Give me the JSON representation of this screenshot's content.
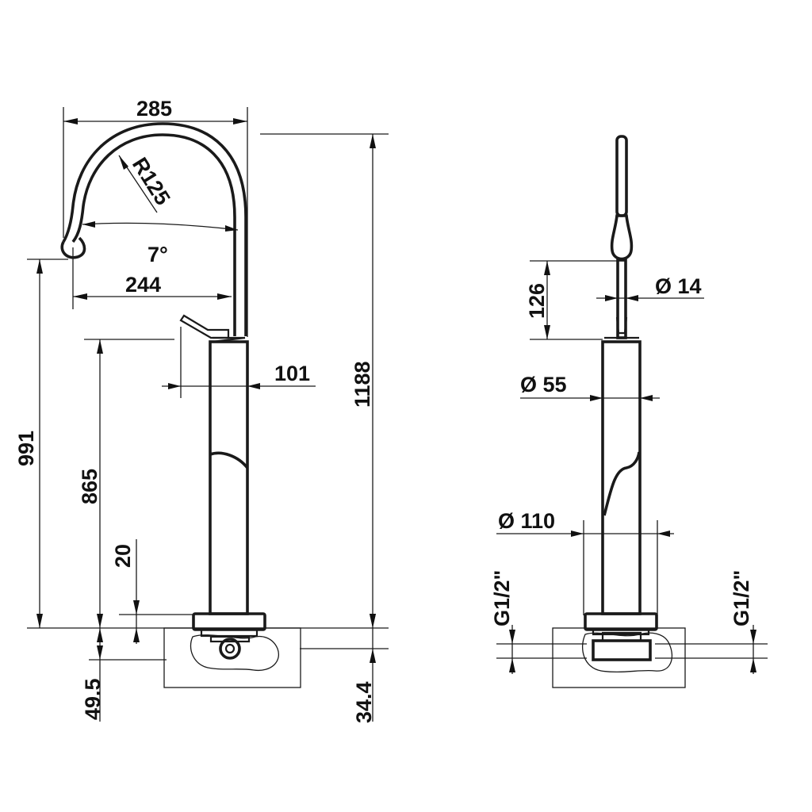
{
  "side_view": {
    "spout_width": "285",
    "spout_radius": "R125",
    "spout_angle": "7°",
    "spout_reach": "244",
    "lever_offset": "101",
    "outlet_height": "991",
    "body_height": "865",
    "base_height": "20",
    "overall_height": "1188",
    "pipe_depth": "49.5",
    "flange_depth": "34.4"
  },
  "front_view": {
    "spout_diameter": "Ø 14",
    "handle_height": "126",
    "body_diameter": "Ø 55",
    "base_diameter": "Ø 110",
    "thread_left": "G1/2\"",
    "thread_right": "G1/2\""
  }
}
